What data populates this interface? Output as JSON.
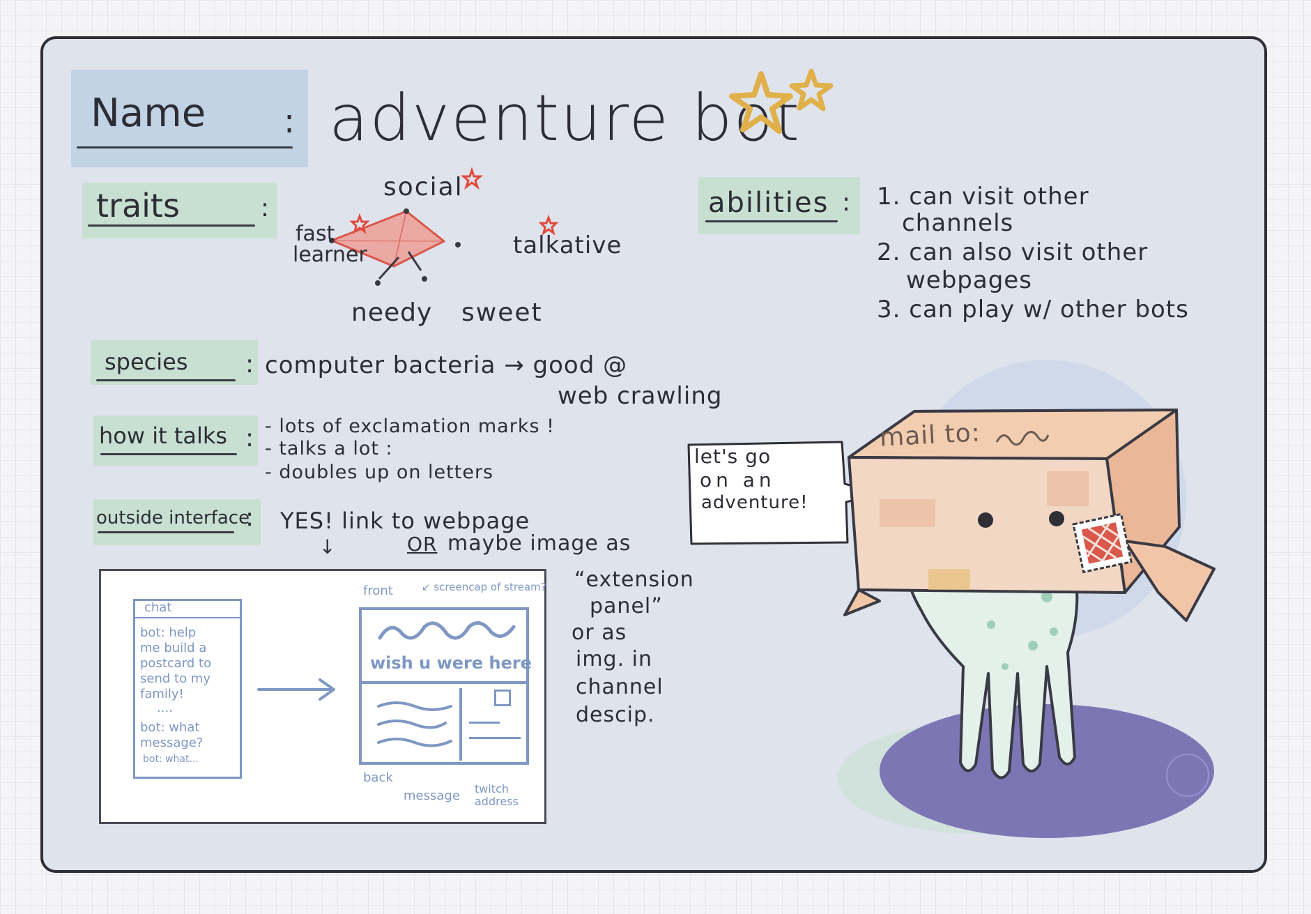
{
  "name_label": "Name",
  "name_value": "adventure bot",
  "traits": {
    "label": "traits",
    "social": "social",
    "fast_learner_line1": "fast",
    "fast_learner_line2": "learner",
    "talkative": "talkative",
    "needy": "needy",
    "sweet": "sweet"
  },
  "abilities": {
    "label": "abilities",
    "items": [
      {
        "line1": "1. can visit other",
        "line2": "channels"
      },
      {
        "line1": "2. can also visit other",
        "line2": "webpages"
      },
      {
        "line1": "3. can play w/ other bots",
        "line2": ""
      }
    ]
  },
  "species": {
    "label": "species",
    "value_line1": "computer bacteria → good @",
    "value_line2": "web crawling"
  },
  "talks": {
    "label": "how it talks",
    "lines": [
      "- lots of exclamation marks !",
      "- talks a lot :",
      "- doubles up on letters"
    ]
  },
  "interface": {
    "label": "outside interface",
    "line1": "YES! link to webpage",
    "or": "OR",
    "line2": "maybe image as",
    "arrow": "↓",
    "extension_lines": [
      "“extension",
      "panel”",
      "or as",
      "img. in",
      "channel",
      "descip."
    ]
  },
  "sketch": {
    "chat_title": "chat",
    "chat_lines": [
      "bot: help",
      "me build a",
      "postcard to",
      "send to my",
      "family!",
      "....",
      "bot: what",
      "message?",
      "bot: what..."
    ],
    "front_label": "front",
    "screencap_label": "↙ screencap of stream?",
    "wish_text": "wish u were here",
    "back_label": "back",
    "message_label": "message",
    "twitch_label": "twitch address"
  },
  "speech_bubble": [
    "let's go",
    "on an",
    "adventure!"
  ],
  "box_text": "mail to:",
  "colors": {
    "card": "#dfe3ec",
    "green_label": "#c8e0d2",
    "blue_label": "#c3d3e6",
    "radar_fill": "#ee9a92",
    "star": "#e0b04a",
    "box": "#f0c7a6",
    "glove": "#e3f1ea",
    "shadow": "#7d76b4",
    "sketch_blue": "#7e97c3"
  }
}
